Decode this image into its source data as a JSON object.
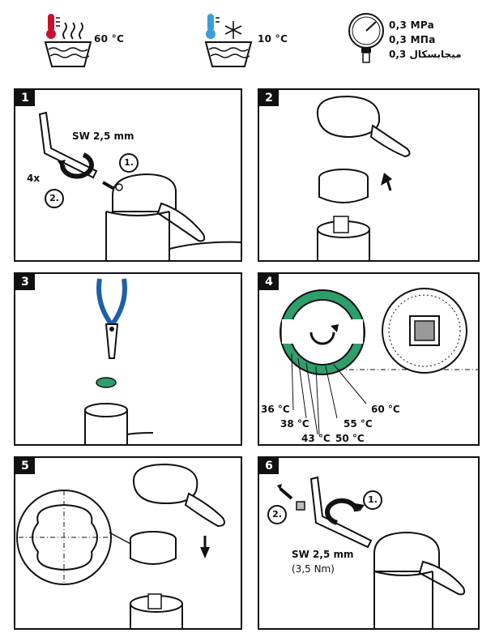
{
  "header": {
    "hot_temp": "60 °C",
    "cold_temp": "10 °C",
    "pressure_lines": [
      "0,3 MPa",
      "0,3 МПа",
      "0,3 ميجابسكال"
    ],
    "colors": {
      "hot": "#c8102e",
      "cold": "#3a9fd8"
    }
  },
  "steps": [
    {
      "number": "1",
      "tool_label": "SW 2,5 mm",
      "repeat_label": "4x",
      "sub_steps": [
        "1.",
        "2."
      ]
    },
    {
      "number": "2"
    },
    {
      "number": "3"
    },
    {
      "number": "4",
      "temperatures": [
        "36 °C",
        "38 °C",
        "43 °C",
        "50 °C",
        "55 °C",
        "60 °C"
      ],
      "accent_color": "#2e9e6b"
    },
    {
      "number": "5"
    },
    {
      "number": "6",
      "tool_label": "SW 2,5 mm",
      "torque_label": "(3,5 Nm)",
      "sub_steps": [
        "1.",
        "2."
      ]
    }
  ]
}
